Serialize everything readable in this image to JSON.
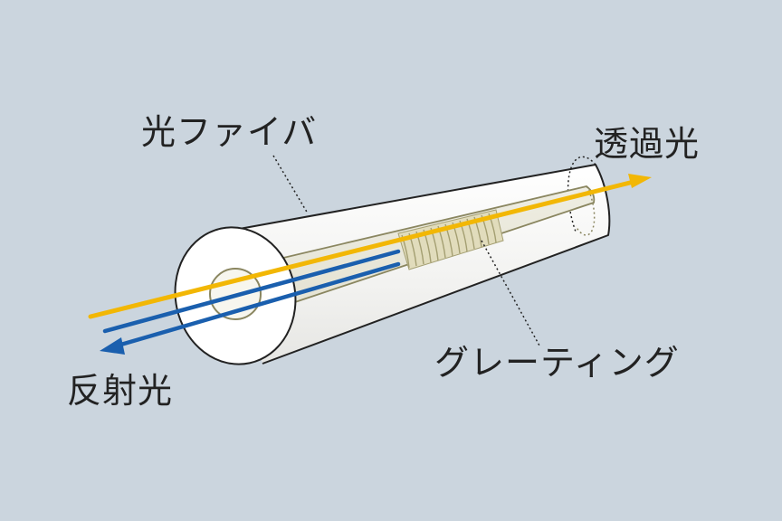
{
  "labels": {
    "optical_fiber": "光ファイバ",
    "transmitted_light": "透過光",
    "reflected_light": "反射光",
    "grating": "グレーティング"
  },
  "colors": {
    "background": "#cbd5de",
    "transmitted_light": "#f2b705",
    "reflected_light": "#1a5fae",
    "fiber_body": "#f3f3f1",
    "fiber_core": "#ecebe0",
    "grating": "#ddd7b4"
  }
}
